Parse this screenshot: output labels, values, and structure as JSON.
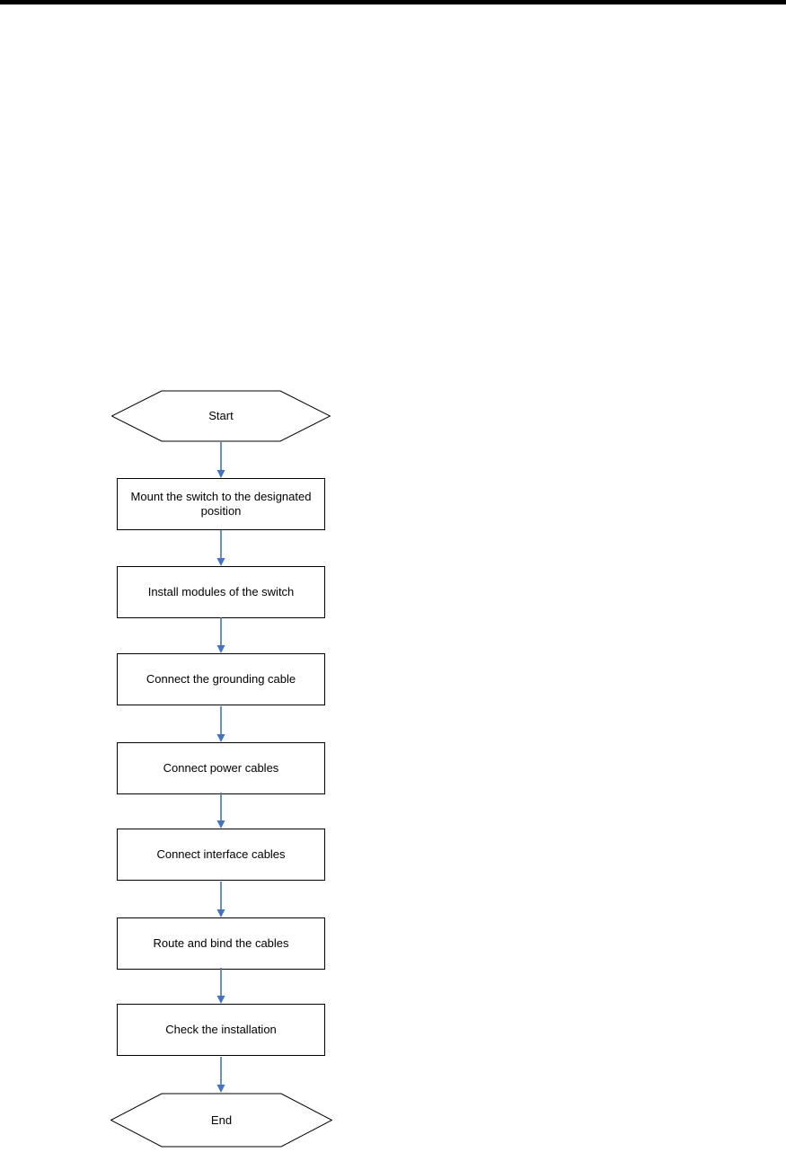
{
  "page": {
    "background_color": "#ffffff",
    "top_rule_color": "#000000"
  },
  "flowchart": {
    "arrow_color": "#4472c4",
    "shape_border_color": "#000000",
    "text_color": "#000000",
    "nodes": [
      {
        "id": "start",
        "shape": "hexagon",
        "label": "Start"
      },
      {
        "id": "mount-switch",
        "shape": "rectangle",
        "label": "Mount the switch to the designated position"
      },
      {
        "id": "install-modules",
        "shape": "rectangle",
        "label": "Install modules of the switch"
      },
      {
        "id": "connect-grounding-cable",
        "shape": "rectangle",
        "label": "Connect the grounding cable"
      },
      {
        "id": "connect-power-cables",
        "shape": "rectangle",
        "label": "Connect power cables"
      },
      {
        "id": "connect-interface-cables",
        "shape": "rectangle",
        "label": "Connect interface cables"
      },
      {
        "id": "route-and-bind-cables",
        "shape": "rectangle",
        "label": "Route and bind the cables"
      },
      {
        "id": "check-installation",
        "shape": "rectangle",
        "label": "Check the installation"
      },
      {
        "id": "end",
        "shape": "hexagon",
        "label": "End"
      }
    ],
    "edges": [
      {
        "from": "start",
        "to": "mount-switch"
      },
      {
        "from": "mount-switch",
        "to": "install-modules"
      },
      {
        "from": "install-modules",
        "to": "connect-grounding-cable"
      },
      {
        "from": "connect-grounding-cable",
        "to": "connect-power-cables"
      },
      {
        "from": "connect-power-cables",
        "to": "connect-interface-cables"
      },
      {
        "from": "connect-interface-cables",
        "to": "route-and-bind-cables"
      },
      {
        "from": "route-and-bind-cables",
        "to": "check-installation"
      },
      {
        "from": "check-installation",
        "to": "end"
      }
    ]
  }
}
